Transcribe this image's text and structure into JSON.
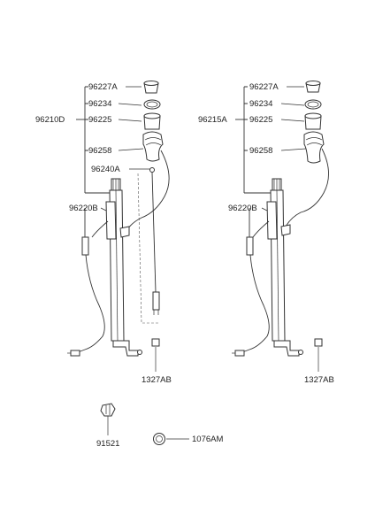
{
  "diagram": {
    "left_assembly": {
      "labels": {
        "cap": "96227A",
        "seal": "96234",
        "ring": "96225",
        "boot": "96258",
        "assembly": "96210D",
        "lead": "96240A",
        "cable": "96220B",
        "screw": "1327AB"
      }
    },
    "right_assembly": {
      "labels": {
        "cap": "96227A",
        "seal": "96234",
        "ring": "96225",
        "boot": "96258",
        "assembly": "96215A",
        "cable": "96220B",
        "screw": "1327AB"
      }
    },
    "loose_parts": {
      "clip": "91521",
      "grommet": "1076AM"
    }
  }
}
